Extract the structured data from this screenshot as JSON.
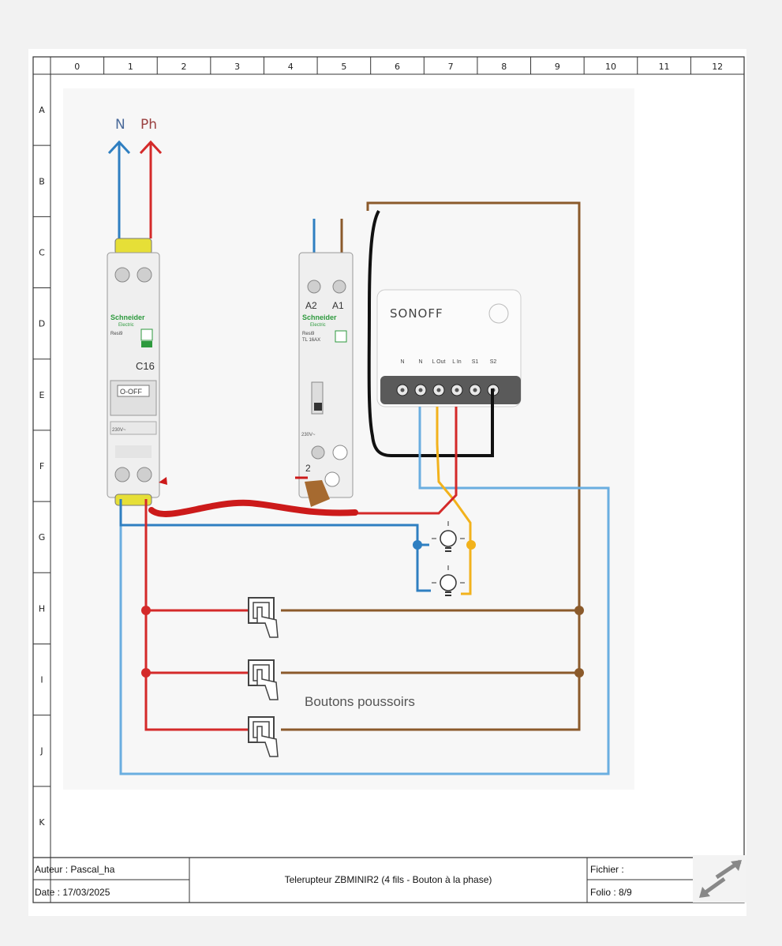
{
  "columns": [
    "0",
    "1",
    "2",
    "3",
    "4",
    "5",
    "6",
    "7",
    "8",
    "9",
    "10",
    "11",
    "12"
  ],
  "rows": [
    "A",
    "B",
    "C",
    "D",
    "E",
    "F",
    "G",
    "H",
    "I",
    "J",
    "K"
  ],
  "wire_labels": {
    "neutral": "N",
    "phase": "Ph"
  },
  "breaker": {
    "brand": "Schneider",
    "brand_sub": "Electric",
    "model": "Resi9",
    "rating": "C16",
    "state_label": "O-OFF",
    "voltage": "230V~"
  },
  "relay": {
    "brand": "Schneider",
    "brand_sub": "Electric",
    "model": "Resi9",
    "sub": "TL 16AX",
    "coil_a2": "A2",
    "coil_a1": "A1",
    "terminal": "2",
    "voltage": "230V~"
  },
  "sonoff": {
    "brand": "SONOFF",
    "terminals": [
      "N",
      "N",
      "L Out",
      "L In",
      "S1",
      "S2"
    ]
  },
  "push_buttons_label": "Boutons poussoirs",
  "title_block": {
    "author": "Auteur : Pascal_ha",
    "date": "Date : 17/03/2025",
    "title": "Telerupteur ZBMINIR2 (4 fils - Bouton à la phase)",
    "file": "Fichier :",
    "folio": "Folio : 8/9"
  },
  "colors": {
    "neutral": "#2f7fc1",
    "phase": "#d42a2a",
    "return": "#8b5a2b",
    "lamp": "#f2b21c",
    "light_blue": "#6aaee0",
    "marker": "#cc1a1a"
  }
}
